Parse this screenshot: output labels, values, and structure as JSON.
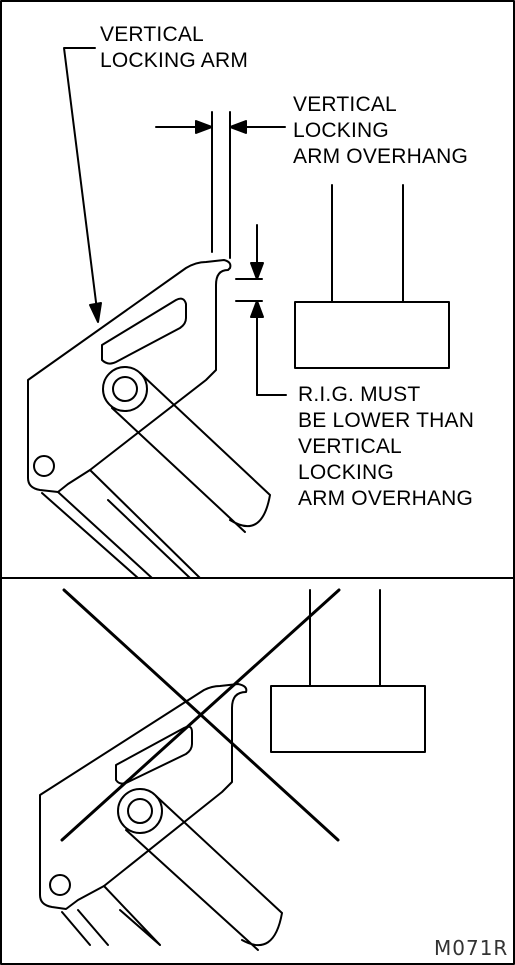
{
  "top_panel": {
    "label_arm": [
      "VERTICAL",
      "LOCKING ARM"
    ],
    "label_overhang": [
      "VERTICAL",
      "LOCKING",
      "ARM OVERHANG"
    ],
    "label_rig": [
      "R.I.G. MUST",
      "BE LOWER THAN",
      "VERTICAL",
      "LOCKING",
      "ARM OVERHANG"
    ]
  },
  "bottom_panel": {
    "figure_code": "M071R"
  }
}
